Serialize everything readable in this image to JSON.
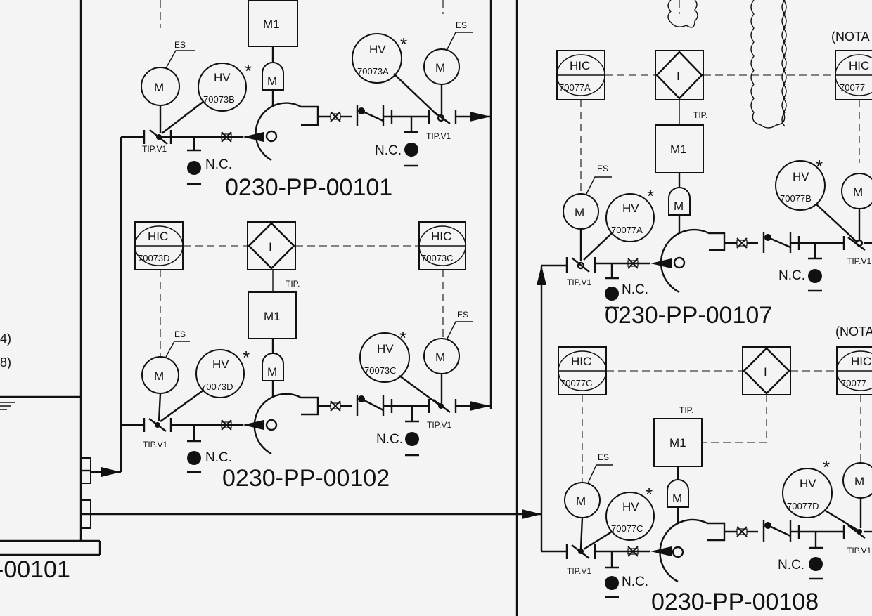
{
  "colors": {
    "background": "#f4f4f4",
    "ink": "#111111"
  },
  "labels": {
    "motor": "M",
    "m1": "M1",
    "interlock": "I",
    "hv": "HV",
    "hic": "HIC",
    "es": "ES",
    "nc": "N.C.",
    "tip": "TIP.",
    "tipv1": "TIP.V1",
    "asterisk": "*",
    "note": "(NOTA"
  },
  "pumps": {
    "p101": "0230-PP-00101",
    "p102": "0230-PP-00102",
    "p107": "0230-PP-00107",
    "p108": "0230-PP-00108"
  },
  "tank_tag": "-00101",
  "left_fragments": {
    "a": "4)",
    "b": "8)"
  },
  "valves": {
    "hv70073a": "70073A",
    "hv70073b": "70073B",
    "hv70073c": "70073C",
    "hv70073d": "70073D",
    "hv70077a": "70077A",
    "hv70077b": "70077B",
    "hv70077c": "70077C",
    "hv70077d": "70077D"
  },
  "controllers": {
    "hic70073c": "70073C",
    "hic70073d": "70073D",
    "hic70077a": "70077A",
    "hic70077c": "70077C",
    "hic70077_r1": "70077",
    "hic70077_r2": "70077"
  }
}
